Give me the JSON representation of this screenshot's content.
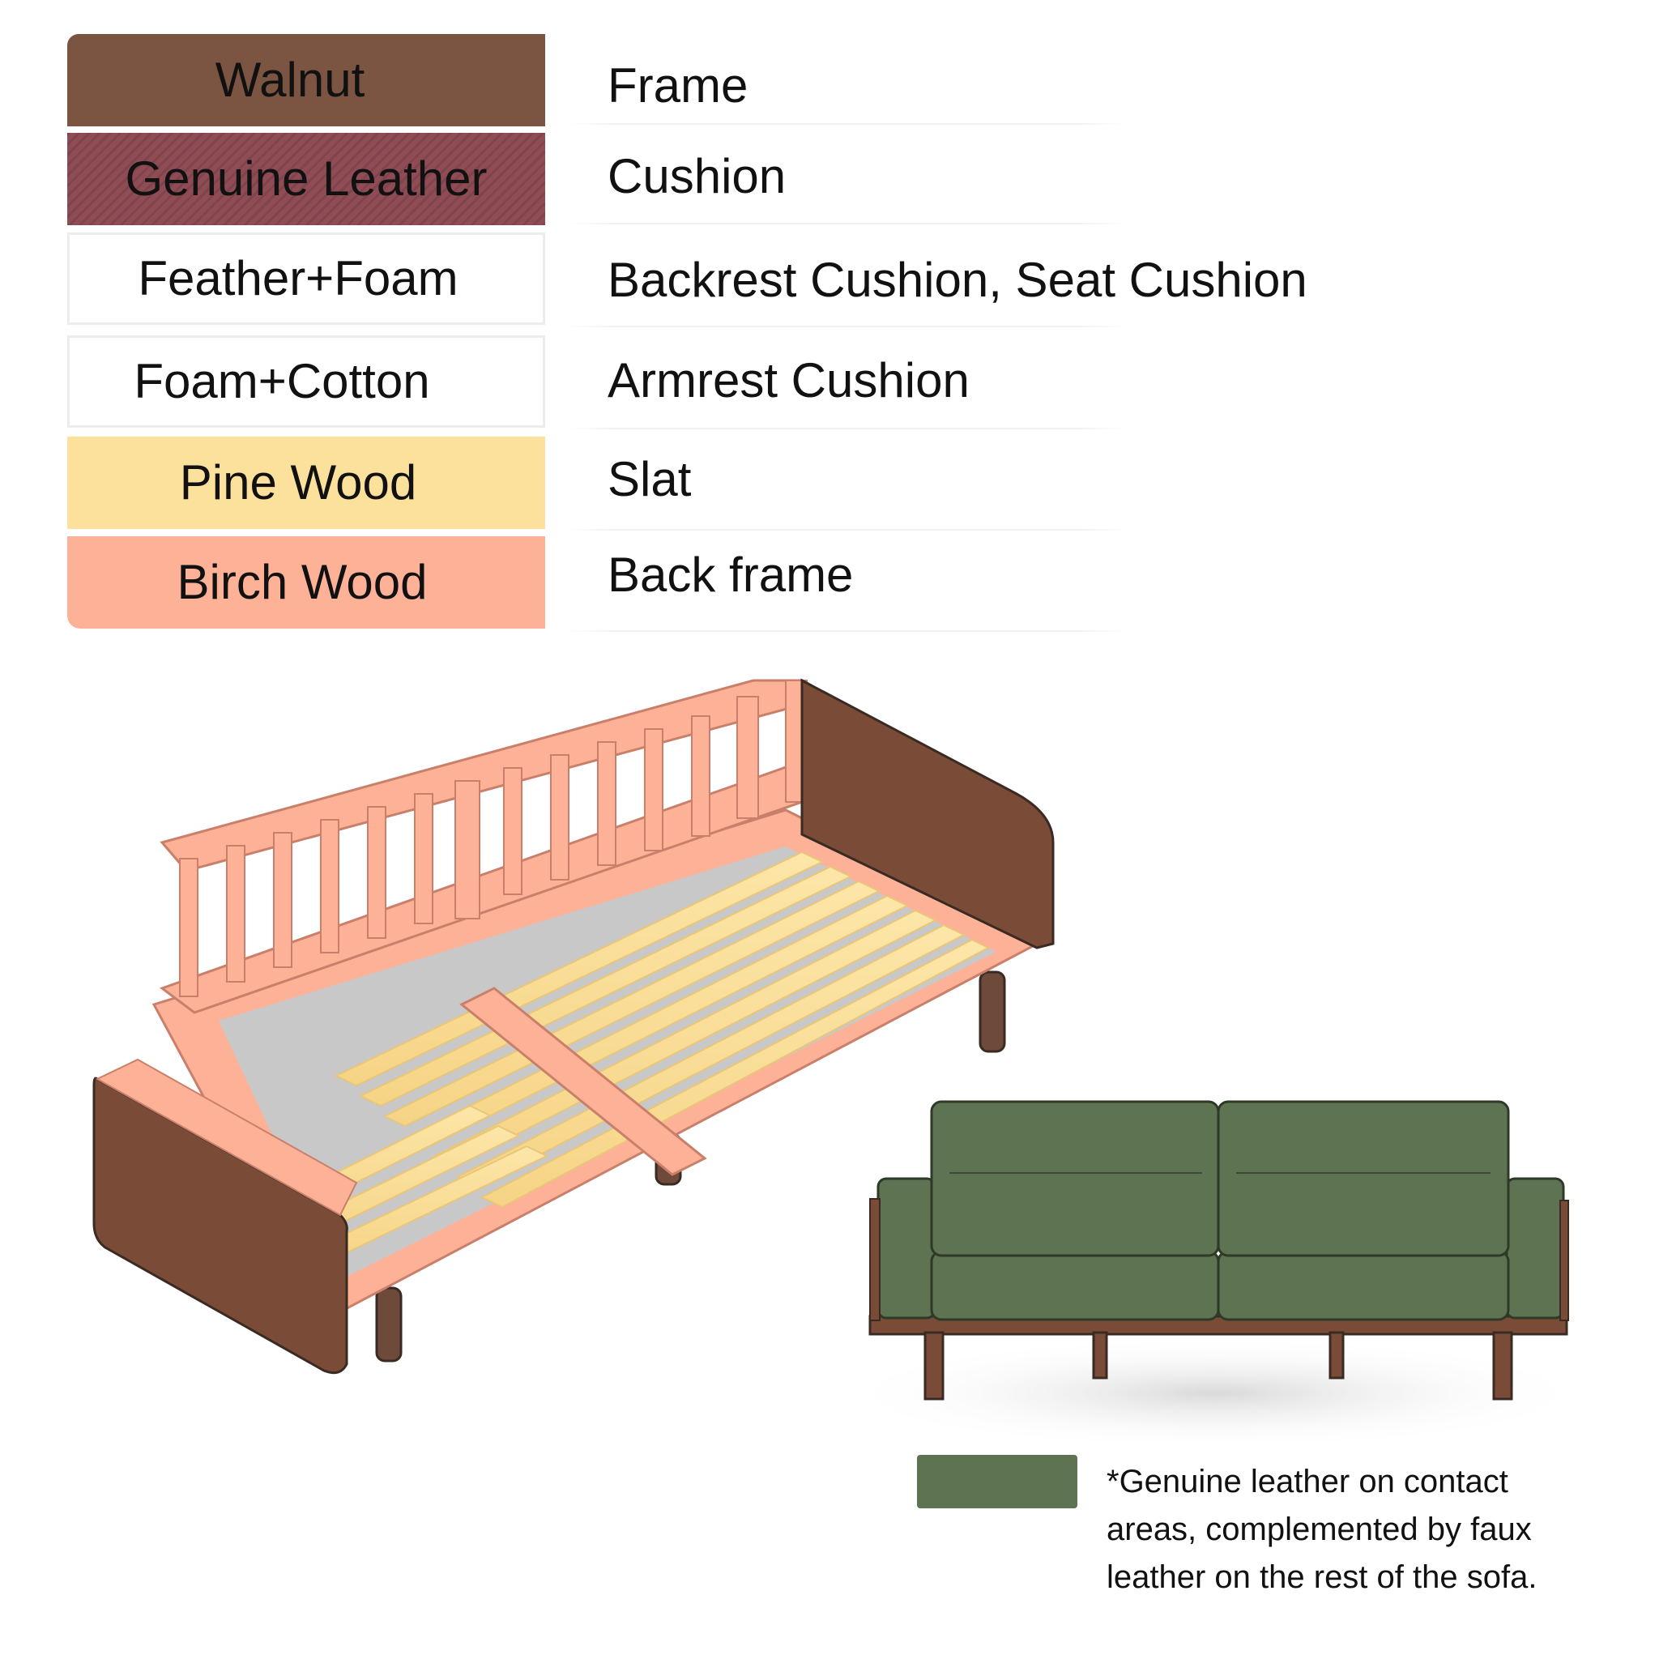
{
  "legend": {
    "materials": [
      {
        "label": "Walnut",
        "color": "#7b5442"
      },
      {
        "label": "Genuine Leather",
        "color": "#8f4c55"
      },
      {
        "label": "Feather+Foam",
        "color": "#ffffff"
      },
      {
        "label": "Foam+Cotton",
        "color": "#ffffff"
      },
      {
        "label": "Pine Wood",
        "color": "#fce19d"
      },
      {
        "label": "Birch Wood",
        "color": "#fdb297"
      }
    ],
    "parts": [
      "Frame",
      "Cushion",
      "Backrest Cushion, Seat Cushion",
      "Armrest Cushion",
      "Slat",
      "Back frame"
    ]
  },
  "colors": {
    "walnut": "#7b5442",
    "birch": "#fdb297",
    "pine": "#fce19d",
    "leather_green": "#5e7351",
    "outline": "#3a2a22"
  },
  "note": {
    "lines": [
      "*Genuine leather on contact",
      "areas, complemented by faux",
      "leather on the rest of  the sofa."
    ],
    "swatch_color": "#5e7351"
  }
}
